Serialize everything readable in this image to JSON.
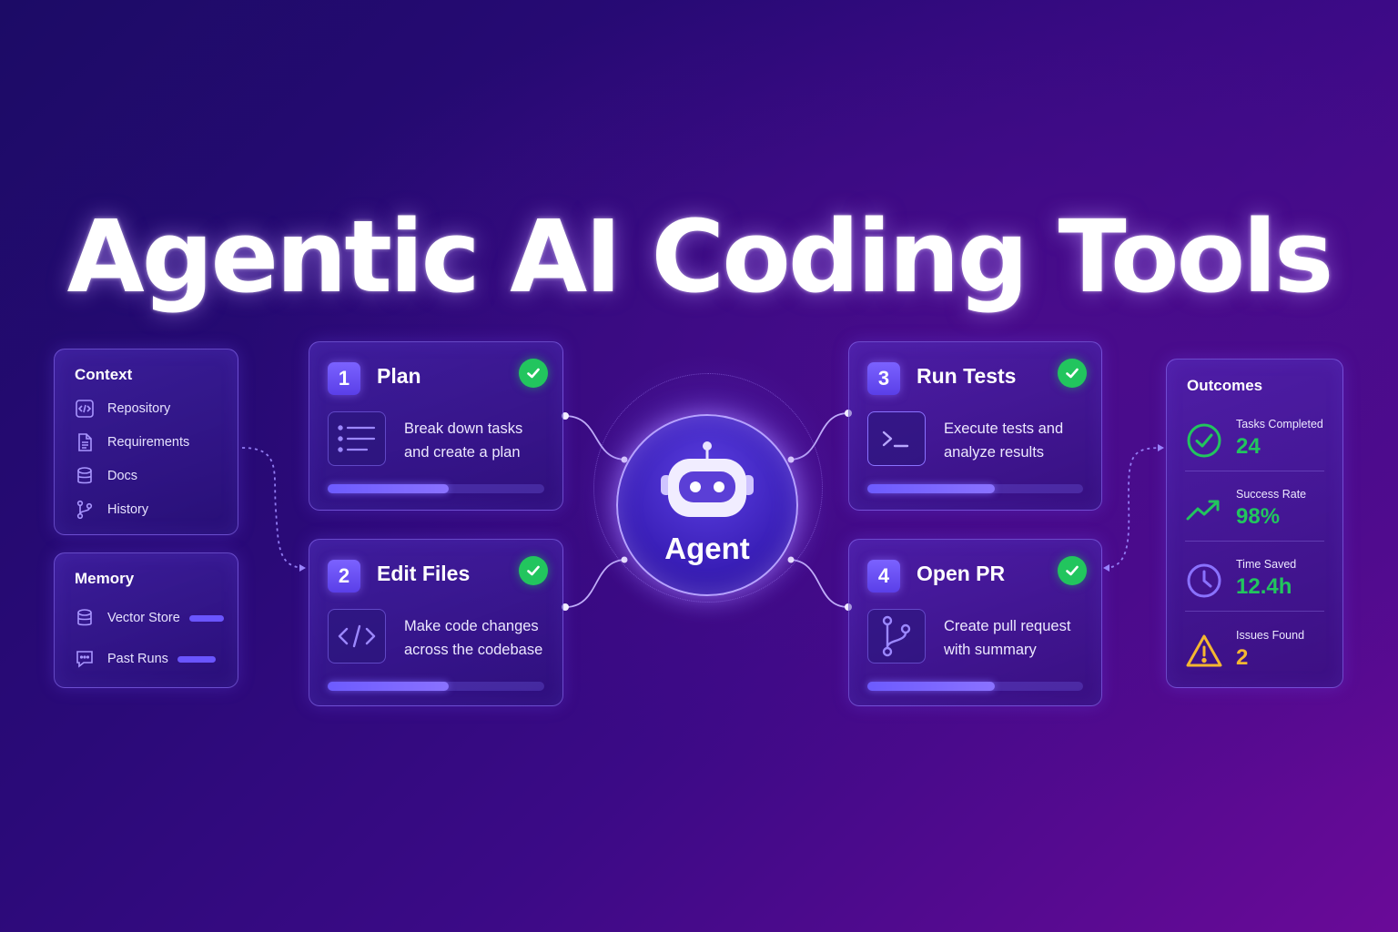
{
  "title": "Agentic AI Coding Tools",
  "context": {
    "title": "Context",
    "items": [
      {
        "label": "Repository",
        "icon": "code-file-icon"
      },
      {
        "label": "Requirements",
        "icon": "document-icon"
      },
      {
        "label": "Docs",
        "icon": "database-icon"
      },
      {
        "label": "History",
        "icon": "git-branch-icon"
      }
    ]
  },
  "memory": {
    "title": "Memory",
    "items": [
      {
        "label": "Vector Store",
        "icon": "database-icon"
      },
      {
        "label": "Past Runs",
        "icon": "chat-icon"
      }
    ]
  },
  "steps": [
    {
      "num": "1",
      "title": "Plan",
      "desc_line1": "Break down tasks",
      "desc_line2": "and create a plan",
      "icon": "list-icon",
      "progress": 0.56
    },
    {
      "num": "2",
      "title": "Edit Files",
      "desc_line1": "Make code changes",
      "desc_line2": "across the codebase",
      "icon": "code-icon",
      "progress": 0.56
    },
    {
      "num": "3",
      "title": "Run Tests",
      "desc_line1": "Execute tests and",
      "desc_line2": "analyze results",
      "icon": "terminal-icon",
      "progress": 0.59
    },
    {
      "num": "4",
      "title": "Open PR",
      "desc_line1": "Create pull request",
      "desc_line2": "with summary",
      "icon": "git-branch-icon",
      "progress": 0.59
    }
  ],
  "agent": {
    "label": "Agent",
    "icon": "robot-icon"
  },
  "outcomes": {
    "title": "Outcomes",
    "items": [
      {
        "label": "Tasks Completed",
        "value": "24",
        "icon": "check-circle-icon",
        "color": "#22c55e"
      },
      {
        "label": "Success Rate",
        "value": "98%",
        "icon": "trend-up-icon",
        "color": "#22c55e"
      },
      {
        "label": "Time Saved",
        "value": "12.4h",
        "icon": "clock-icon",
        "color": "#22c55e"
      },
      {
        "label": "Issues Found",
        "value": "2",
        "icon": "warning-icon",
        "color": "#f5b731"
      }
    ]
  },
  "colors": {
    "accent": "#6d5bff",
    "success": "#22c55e",
    "warning": "#f5b731"
  }
}
